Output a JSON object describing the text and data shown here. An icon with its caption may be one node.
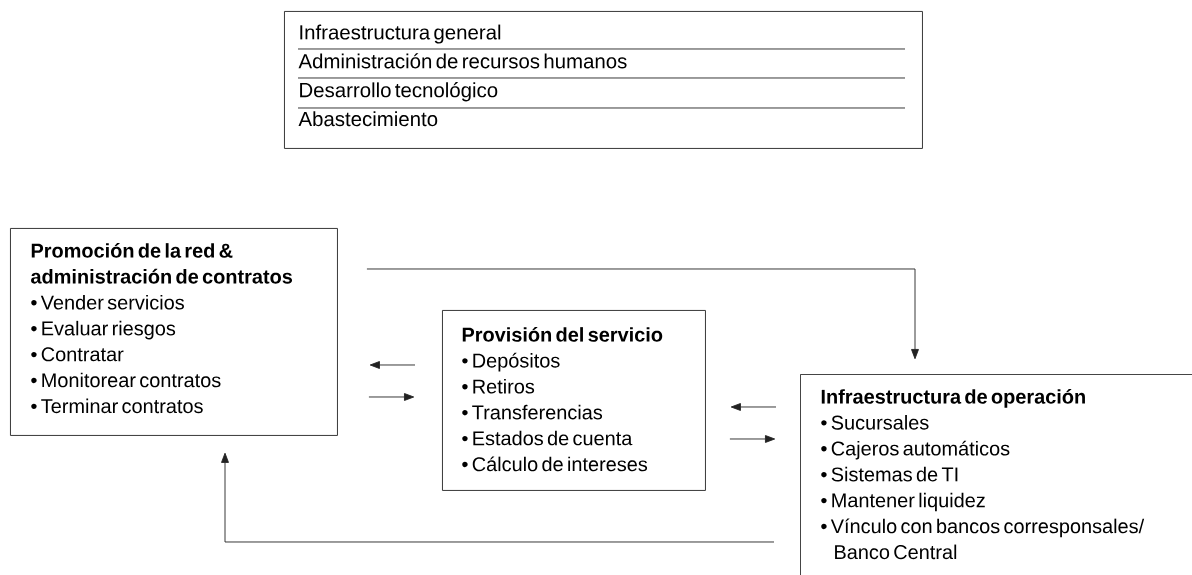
{
  "diagram": {
    "nodes": [
      {
        "text": [
          "Infraestructura general",
          "Administración de recursos humanos",
          "Desarrollo tecnológico",
          "Abastecimiento"
        ]
      },
      {
        "text": [
          "Promoción de la red & administración de contratos",
          "• Vender servicios",
          "• Evaluar riesgos",
          "• Contratar",
          "• Monitorear contratos",
          "• Terminar contratos"
        ]
      },
      {
        "text": [
          "Provisión del servicio",
          "• Depósitos",
          "• Retiros",
          "• Transferencias",
          "• Estados de cuenta",
          "• Cálculo de intereses"
        ]
      },
      {
        "text": [
          "Infraestructura de operación",
          "• Sucursales",
          "• Cajeros automáticos",
          "• Sistemas de TI",
          "• Mantener liquidez",
          "• Vínculo con bancos corresponsales/ Banco Central"
        ]
      }
    ],
    "edges": [
      {
        "from": 1,
        "to": 3,
        "arrow": "to"
      },
      {
        "from": 3,
        "to": 1,
        "arrow": "to"
      },
      {
        "from": 2,
        "to": 1,
        "arrow": "to"
      },
      {
        "from": 1,
        "to": 2,
        "arrow": "to"
      },
      {
        "from": 3,
        "to": 2,
        "arrow": "to"
      },
      {
        "from": 2,
        "to": 3,
        "arrow": "to"
      }
    ]
  }
}
